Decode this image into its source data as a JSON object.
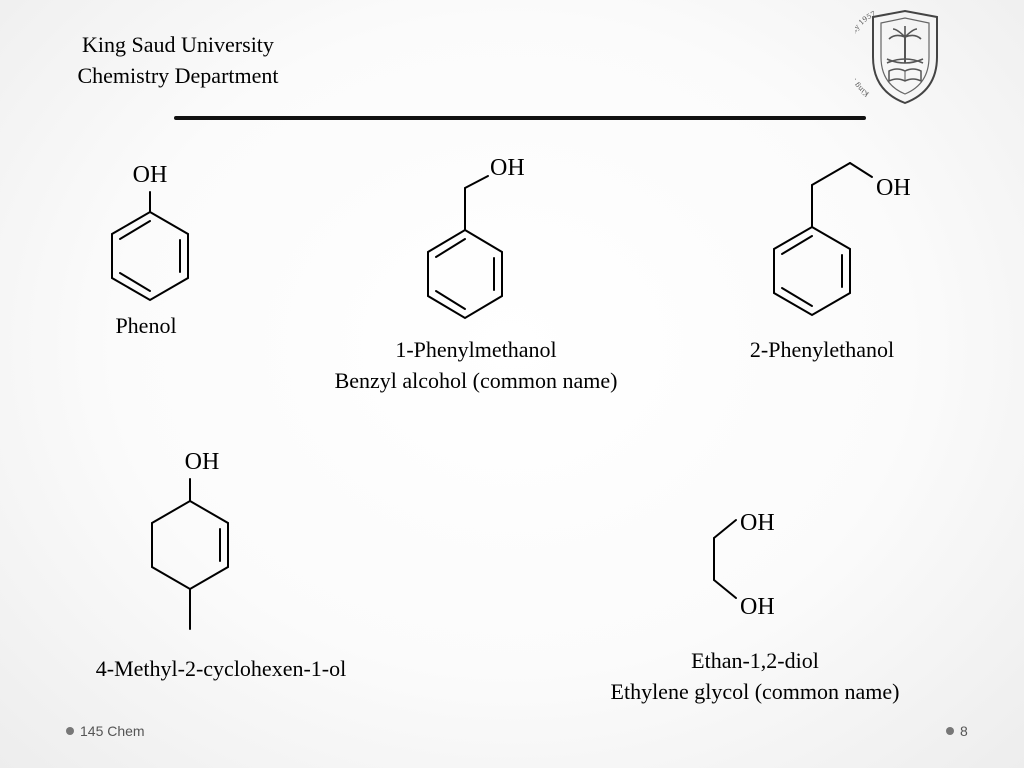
{
  "header": {
    "line1": "King Saud University",
    "line2": "Chemistry Department"
  },
  "logo": {
    "icon": "king-saud-university-seal-icon",
    "text": "King Saud University 1957"
  },
  "molecules": [
    {
      "id": "phenol",
      "atom_label": "OH",
      "caption": "Phenol"
    },
    {
      "id": "benzyl-alcohol",
      "atom_label": "OH",
      "caption_line1": "1-Phenylmethanol",
      "caption_line2": "Benzyl alcohol (common name)"
    },
    {
      "id": "2-phenylethanol",
      "atom_label": "OH",
      "caption": "2-Phenylethanol"
    },
    {
      "id": "4-methyl-2-cyclohexen-1-ol",
      "atom_label": "OH",
      "caption": "4-Methyl-2-cyclohexen-1-ol"
    },
    {
      "id": "ethylene-glycol",
      "atom_label_top": "OH",
      "atom_label_bottom": "OH",
      "caption_line1": "Ethan-1,2-diol",
      "caption_line2": "Ethylene glycol (common name)"
    }
  ],
  "footer": {
    "left_text": "145 Chem",
    "page_number": "8"
  }
}
